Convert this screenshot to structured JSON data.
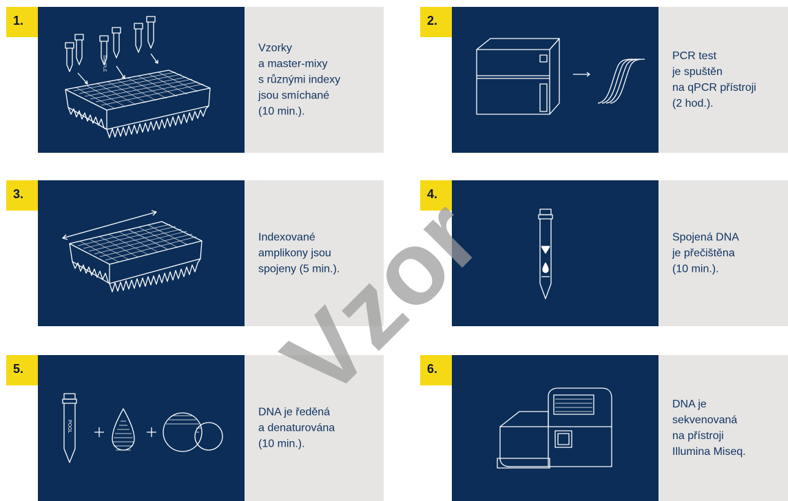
{
  "steps": [
    {
      "number": "1.",
      "lines": [
        "Vzorky",
        "a master-mixy",
        "s různými indexy",
        "jsou smíchané",
        "(10 min.)."
      ],
      "tube_label": "SAMPLE"
    },
    {
      "number": "2.",
      "lines": [
        "PCR test",
        "je spuštěn",
        "na qPCR přístroji",
        "(2 hod.)."
      ]
    },
    {
      "number": "3.",
      "lines": [
        "Indexované",
        "amplikony jsou",
        "spojeny (5 min.)."
      ]
    },
    {
      "number": "4.",
      "lines": [
        "Spojená DNA",
        "je přečištěna",
        "(10 min.)."
      ]
    },
    {
      "number": "5.",
      "lines": [
        "DNA je ředěná",
        "a denaturována",
        "(10 min.)."
      ],
      "tube_label": "POOL"
    },
    {
      "number": "6.",
      "lines": [
        "DNA je",
        "sekvenovaná",
        "na přístroji",
        "Illumina Miseq."
      ]
    }
  ],
  "watermark": "Vzor",
  "colors": {
    "panel": "#0b2d57",
    "text_bg": "#e6e5e3",
    "text": "#123463",
    "badge": "#f6d915",
    "badge_text": "#0e1a2b",
    "watermark": "#9a9a9a"
  }
}
